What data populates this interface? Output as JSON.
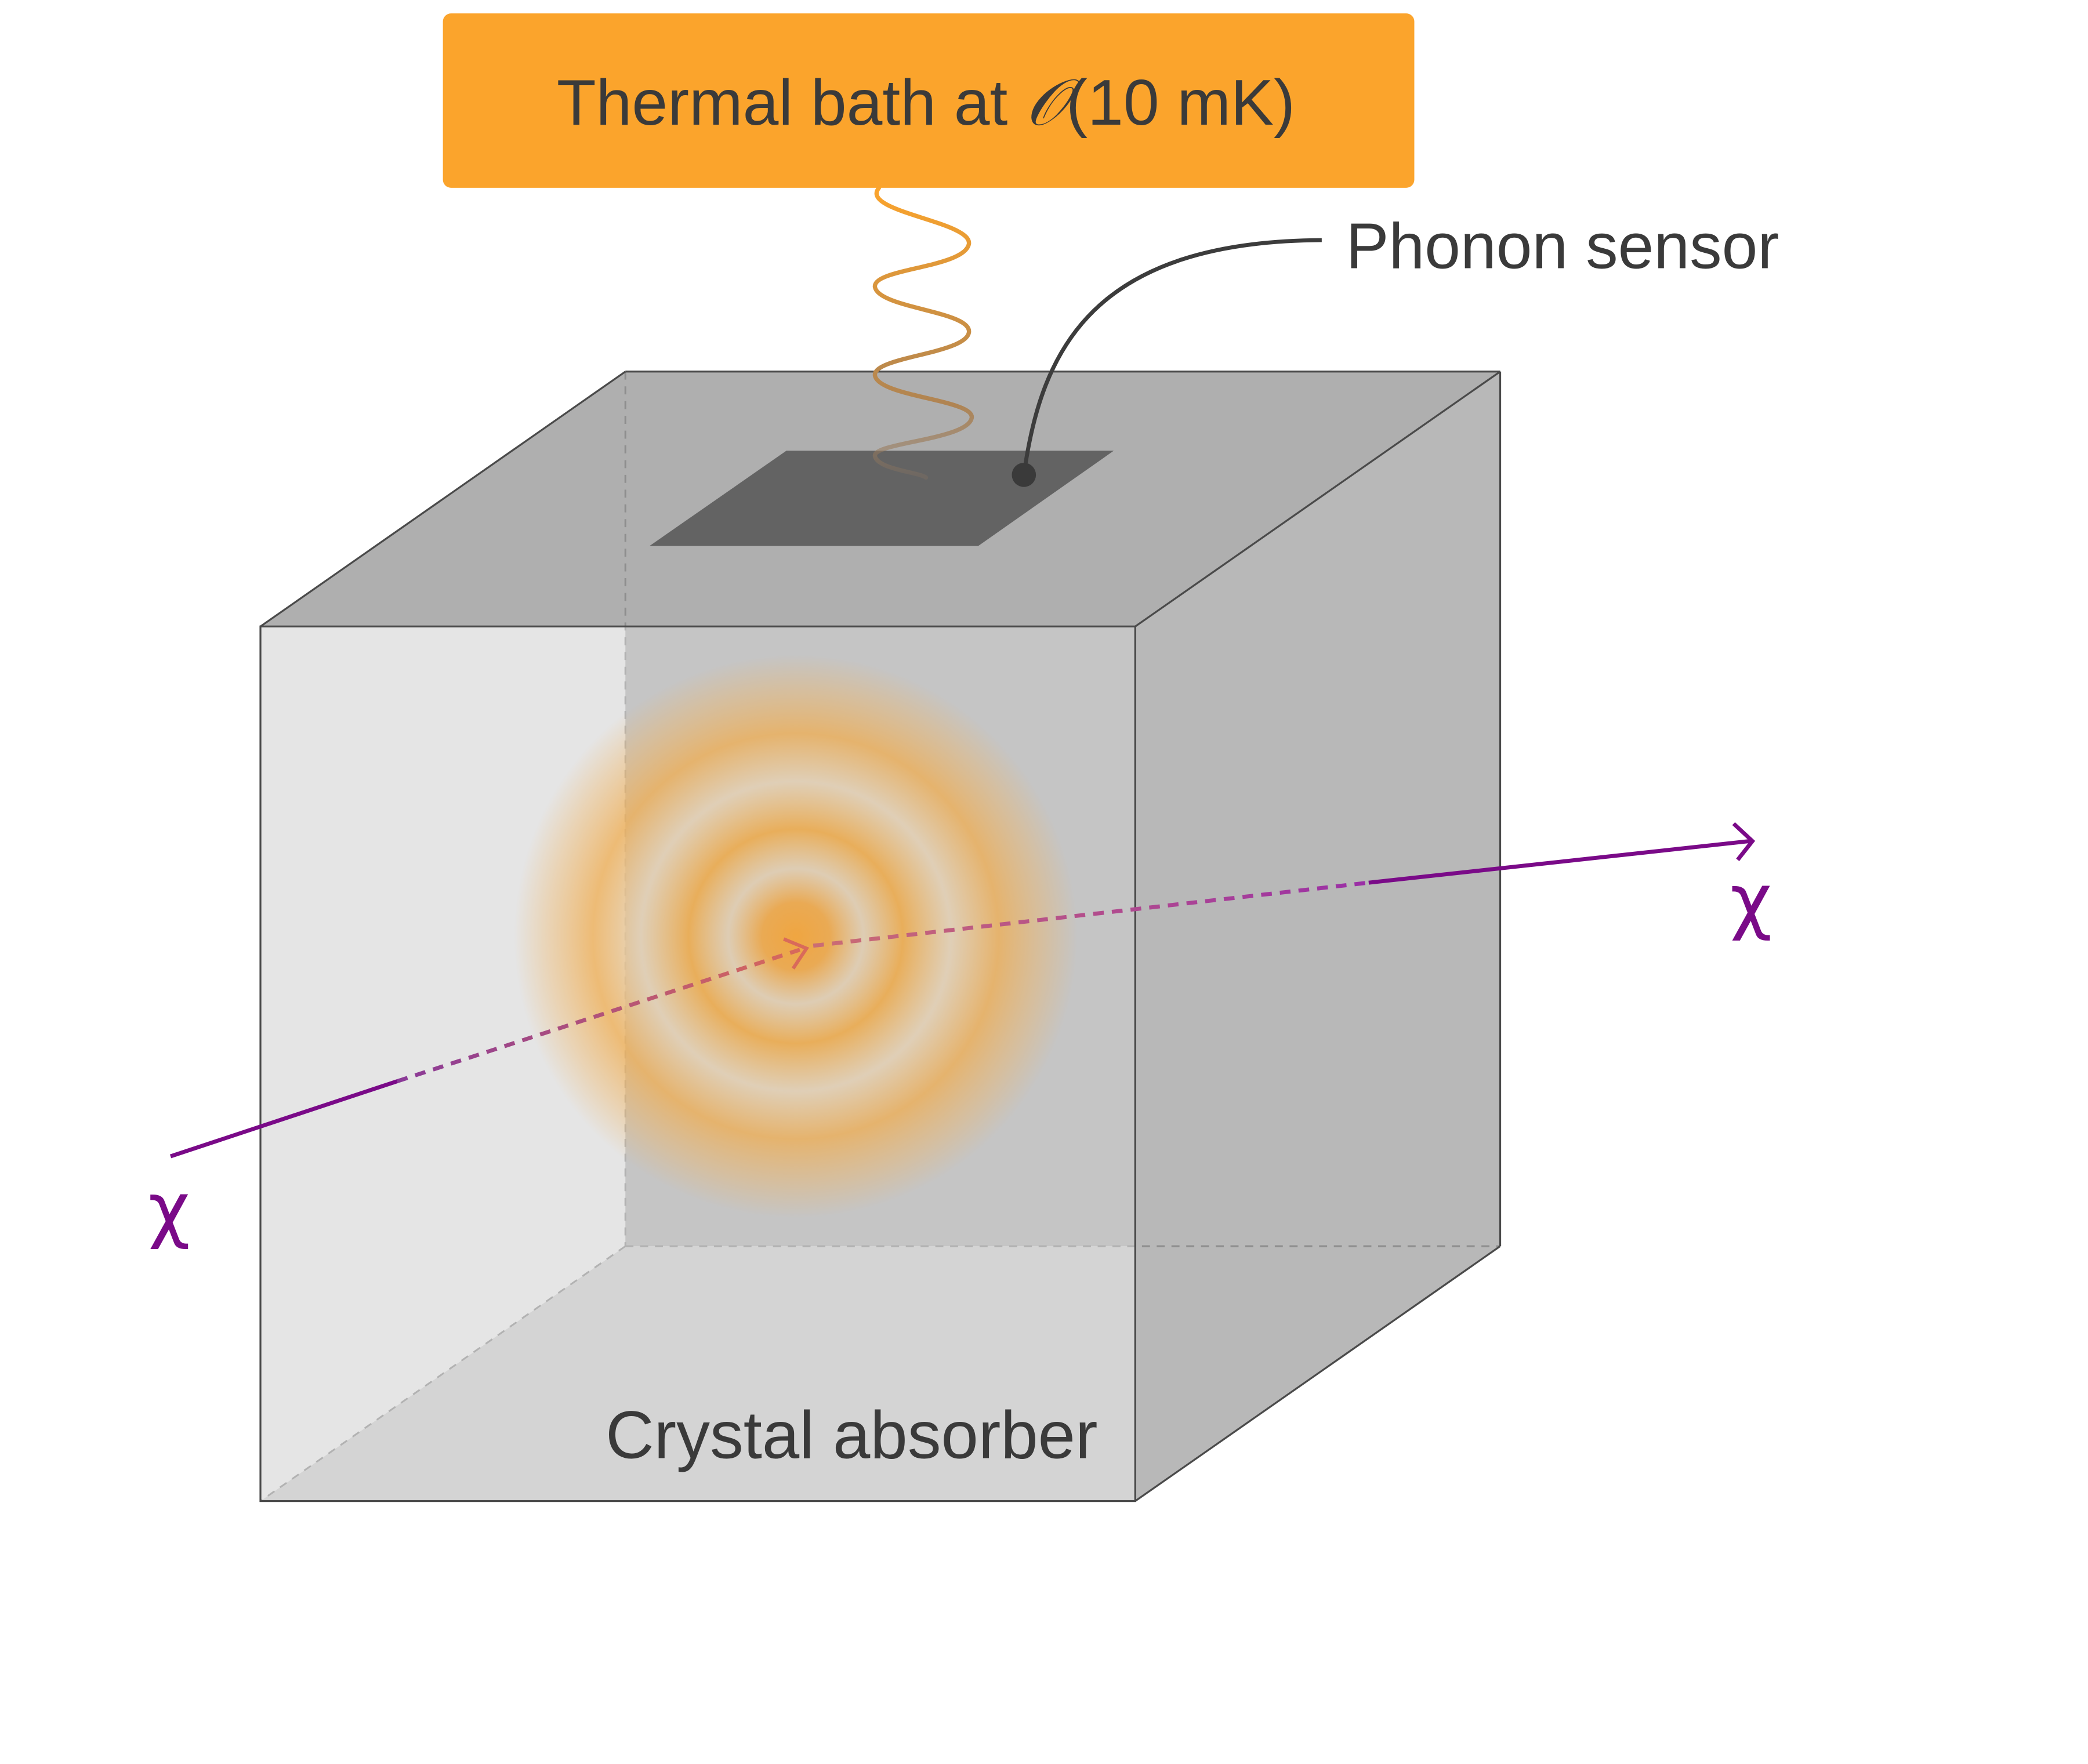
{
  "thermal_bath": {
    "label_prefix": "Thermal bath at ",
    "label_symbol": "𝒪",
    "label_suffix": "(10 mK)",
    "box_color": "#FBA42C"
  },
  "phonon_sensor": {
    "label": "Phonon sensor",
    "sensor_color": "#636363"
  },
  "crystal": {
    "label": "Crystal absorber",
    "face_color": "#c8c8c8"
  },
  "particle": {
    "incoming_symbol": "χ",
    "outgoing_symbol": "χ",
    "color": "#7A0A88"
  },
  "interaction": {
    "glow_color": "#F0A030"
  }
}
